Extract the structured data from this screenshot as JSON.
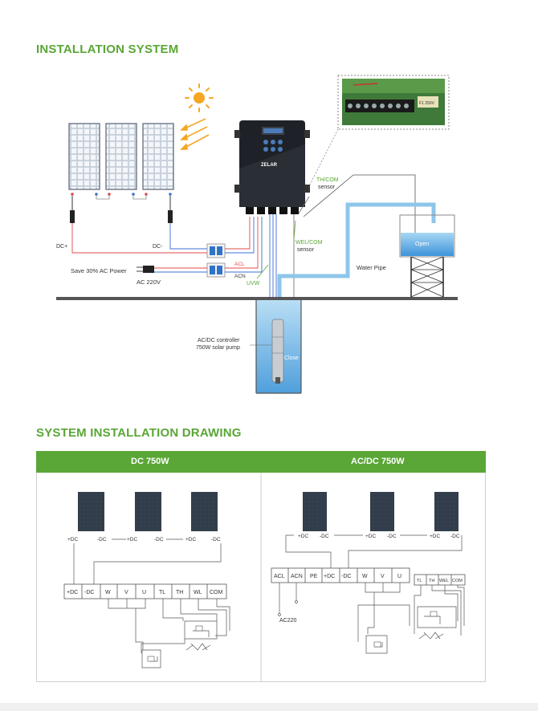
{
  "titles": {
    "installation_system": "INSTALLATION SYSTEM",
    "system_installation_drawing": "SYSTEM INSTALLATION DRAWING"
  },
  "top_diagram": {
    "controller_brand": "ZELAR",
    "labels": {
      "dc_plus": "DC+",
      "dc_minus": "DC-",
      "save_ac": "Save 30% AC Power",
      "ac220v": "AC 220V",
      "acl": "ACL",
      "acn": "ACN",
      "uvw": "UVW",
      "th_com_1": "TH/COM",
      "th_com_2": "sensor",
      "wel_com_1": "WEL/COM",
      "wel_com_2": "sensor",
      "water_pipe": "Water Pipe",
      "open": "Open",
      "close": "Close",
      "pump_1": "AC/DC controller",
      "pump_2": "750W solar pump"
    },
    "terminal_board_label": "F1 250V"
  },
  "table": {
    "col1_title": "DC 750W",
    "col2_title": "AC/DC 750W",
    "dc": {
      "panel_terminals": [
        "+DC",
        "-DC",
        "+DC",
        "-DC",
        "+DC",
        "-DC"
      ],
      "terminals": [
        "+DC",
        "-DC",
        "W",
        "V",
        "U",
        "TL",
        "TH",
        "WL",
        "COM"
      ]
    },
    "acdc": {
      "panel_terminals": [
        "+DC",
        "-DC",
        "+DC",
        "-DC",
        "+DC",
        "-DC"
      ],
      "terminals_left": [
        "ACL",
        "ACN",
        "PE",
        "+DC",
        "-DC",
        "W",
        "V",
        "U"
      ],
      "terminals_right": [
        "TL",
        "TH",
        "WEL",
        "COM"
      ],
      "ac_label": "AC220"
    }
  },
  "colors": {
    "accent_green": "#5aa636",
    "water_blue": "#8dc6ea",
    "line_red": "#e04848",
    "line_blue": "#3a6fd8"
  }
}
